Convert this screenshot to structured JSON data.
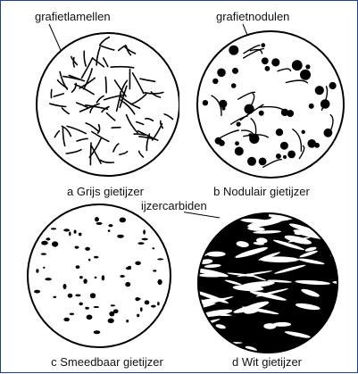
{
  "figure": {
    "panels": [
      {
        "id": "a",
        "caption": "a Grijs gietijzer",
        "label": "grafietlamellen"
      },
      {
        "id": "b",
        "caption": "b Nodulair gietijzer",
        "label": "grafietnodulen"
      },
      {
        "id": "c",
        "caption": "c Smeedbaar gietijzer",
        "label": ""
      },
      {
        "id": "d",
        "caption": "d Wit gietijzer",
        "label": "ijzercarbiden"
      }
    ],
    "colors": {
      "ink": "#000000",
      "paper": "#ffffff",
      "border": "#1f3f8f"
    }
  }
}
